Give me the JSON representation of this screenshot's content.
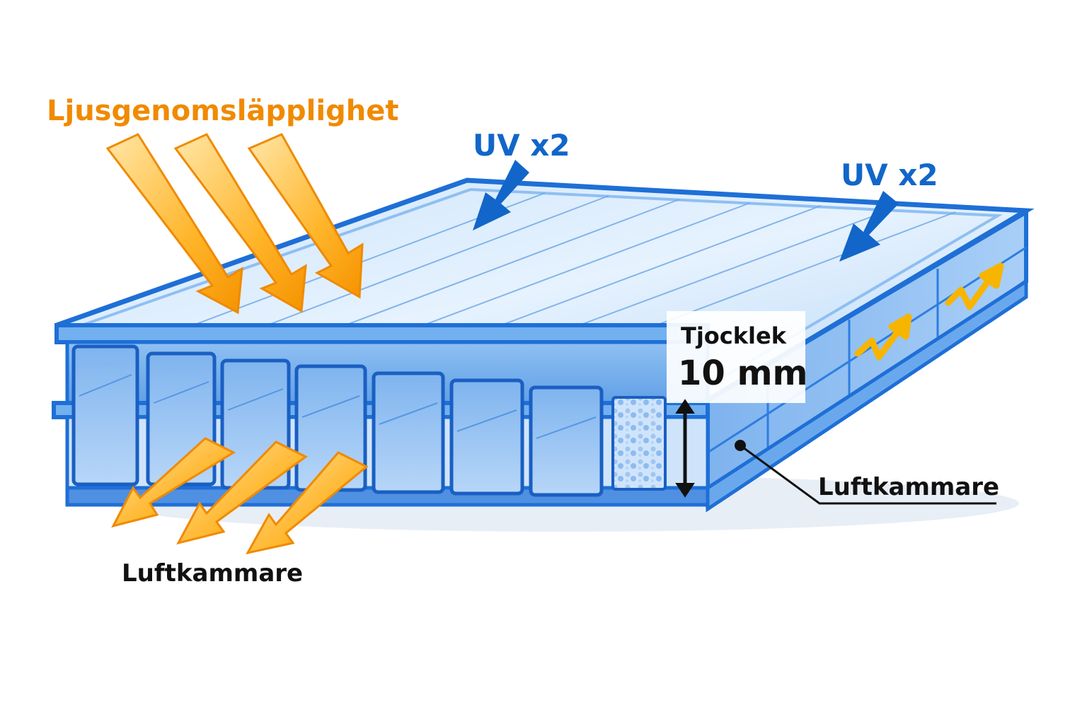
{
  "labels": {
    "light_transmission": "Ljusgenomsläpplighet",
    "uv_left": "UV x2",
    "uv_right": "UV x2",
    "thickness_title": "Tjocklek",
    "thickness_value": "10 mm",
    "air_chamber_right": "Luftkammare",
    "air_chamber_bottom": "Luftkammare"
  },
  "colors": {
    "light_arrow": "#f5a000",
    "light_text": "#f08a00",
    "uv": "#1266c9",
    "panel_edge": "#1e6fd6",
    "panel_fill": "#a9cff7",
    "text_dark": "#111111"
  },
  "icons": {
    "light_arrows": "light-ray-arrow-icon",
    "uv_arrows": "uv-arrow-icon",
    "heat_arrows": "heat-zigzag-arrow-icon",
    "thickness": "double-headed-arrow-icon"
  }
}
